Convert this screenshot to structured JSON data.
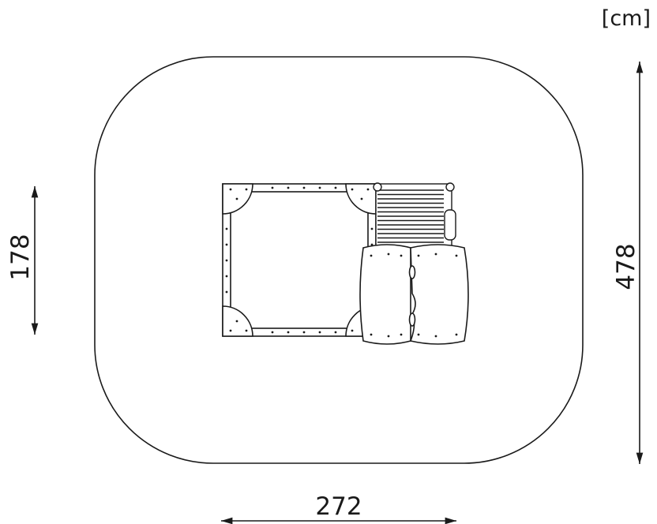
{
  "units_label": "[cm]",
  "dimensions": {
    "width": "272",
    "depth": "478",
    "equipment_depth": "178"
  },
  "colors": {
    "line": "#1a1a1a",
    "background": "#ffffff"
  }
}
